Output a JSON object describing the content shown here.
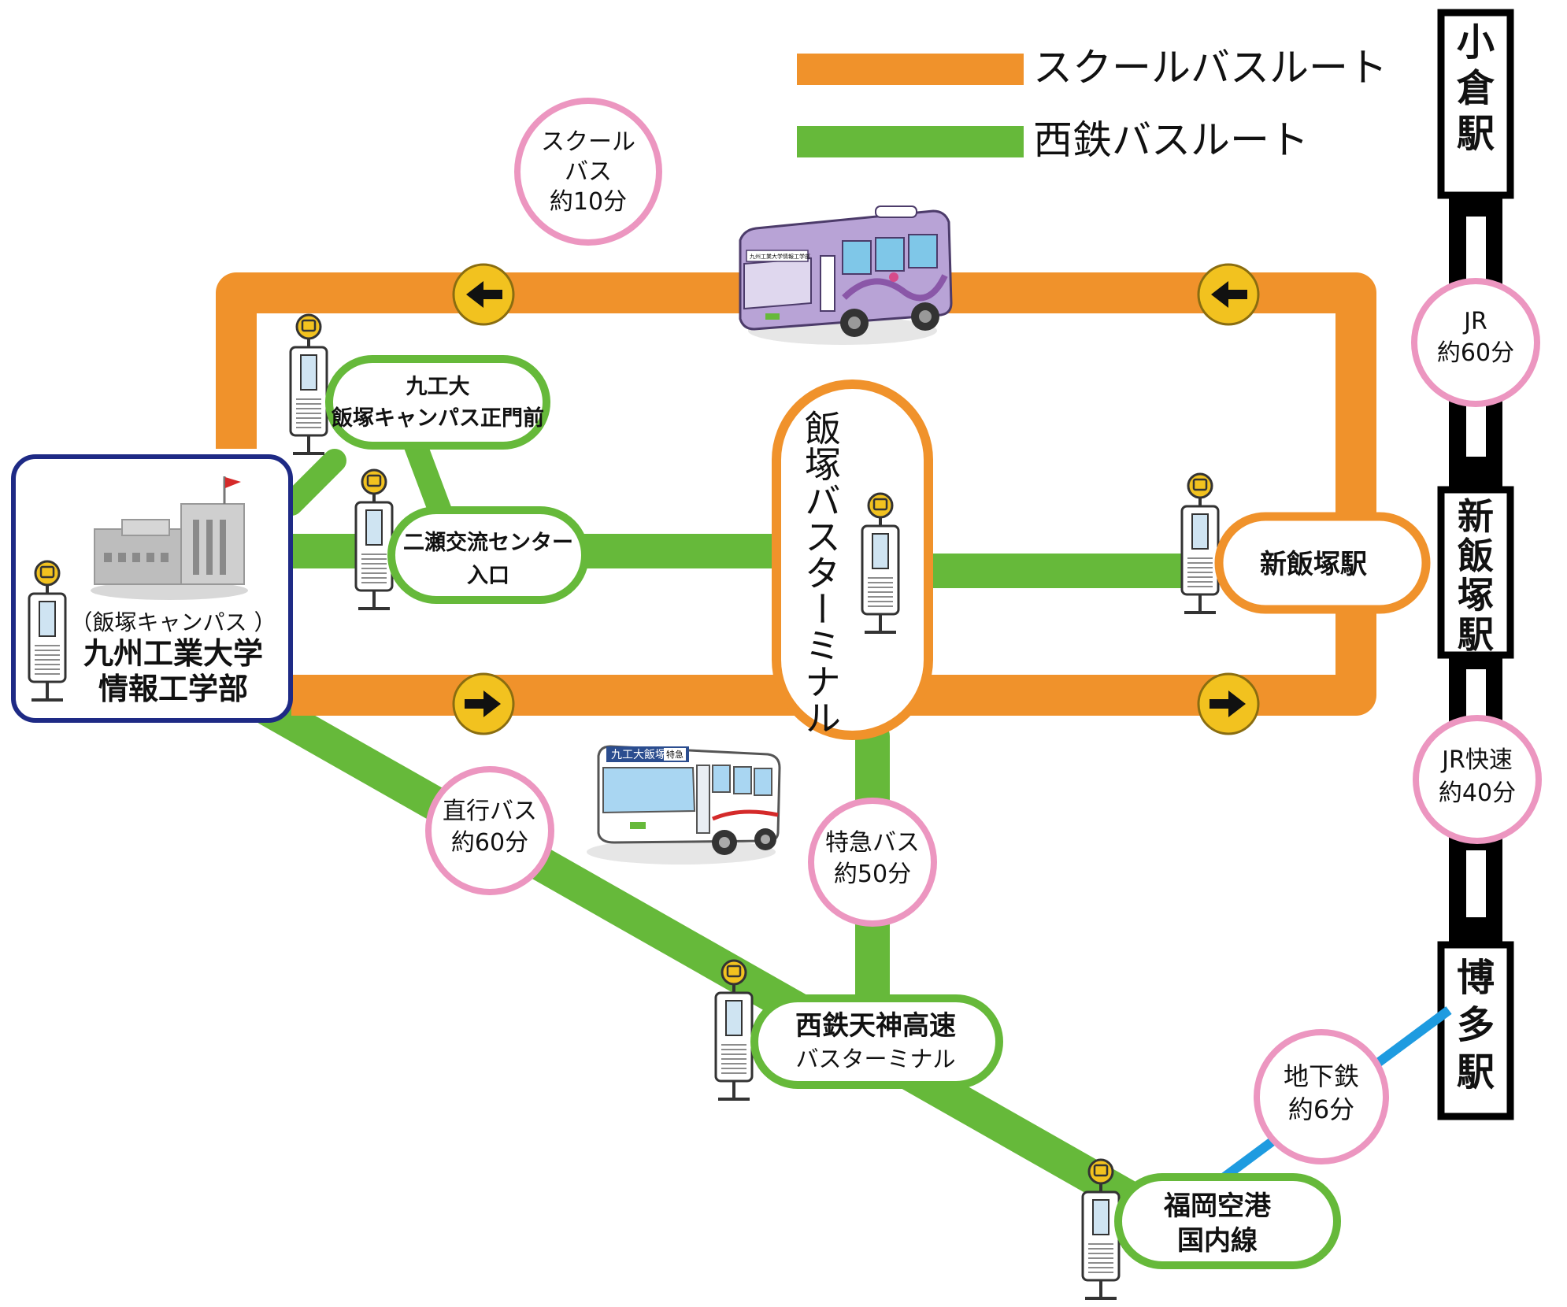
{
  "legend": {
    "school_bus_route": "スクールバスルート",
    "nishitetsu_bus_route": "西鉄バスルート"
  },
  "colors": {
    "school_bus": "#F0922B",
    "nishitetsu_bus": "#66B93A",
    "subway": "#1E9BE0",
    "time_badge": "#EC96C0",
    "campus_border": "#1E2A85",
    "jr_line": "#000000",
    "direction_arrow": "#F2C21F"
  },
  "stations": {
    "kokura": "小倉駅",
    "shin_iizuka": "新飯塚駅",
    "hakata": "博多駅"
  },
  "campus": {
    "sub": "（飯塚キャンパス ）",
    "line1": "九州工業大学",
    "line2": "情報工学部"
  },
  "stops": {
    "main_gate_l1": "九工大",
    "main_gate_l2": "飯塚キャンパス正門前",
    "futase_l1": "二瀬交流センター",
    "futase_l2": "入口",
    "iizuka_terminal": "飯塚バスターミナル",
    "shin_iizuka_stop": "新飯塚駅",
    "tenjin_l1": "西鉄天神高速",
    "tenjin_l2": "バスターミナル",
    "airport_l1": "福岡空港",
    "airport_l2": "国内線"
  },
  "times": {
    "school_bus": [
      "スクール",
      "バス",
      "約10分"
    ],
    "jr_kokura": [
      "JR",
      "約60分"
    ],
    "jr_rapid": [
      "JR快速",
      "約40分"
    ],
    "direct_bus": [
      "直行バス",
      "約60分"
    ],
    "express_bus": [
      "特急バス",
      "約50分"
    ],
    "subway": [
      "地下鉄",
      "約6分"
    ]
  },
  "bus_signs": {
    "school_bus_sign": "九州工業大学情報工学部",
    "nishitetsu_sign": "九工大飯塚",
    "nishitetsu_tag": "特急"
  }
}
